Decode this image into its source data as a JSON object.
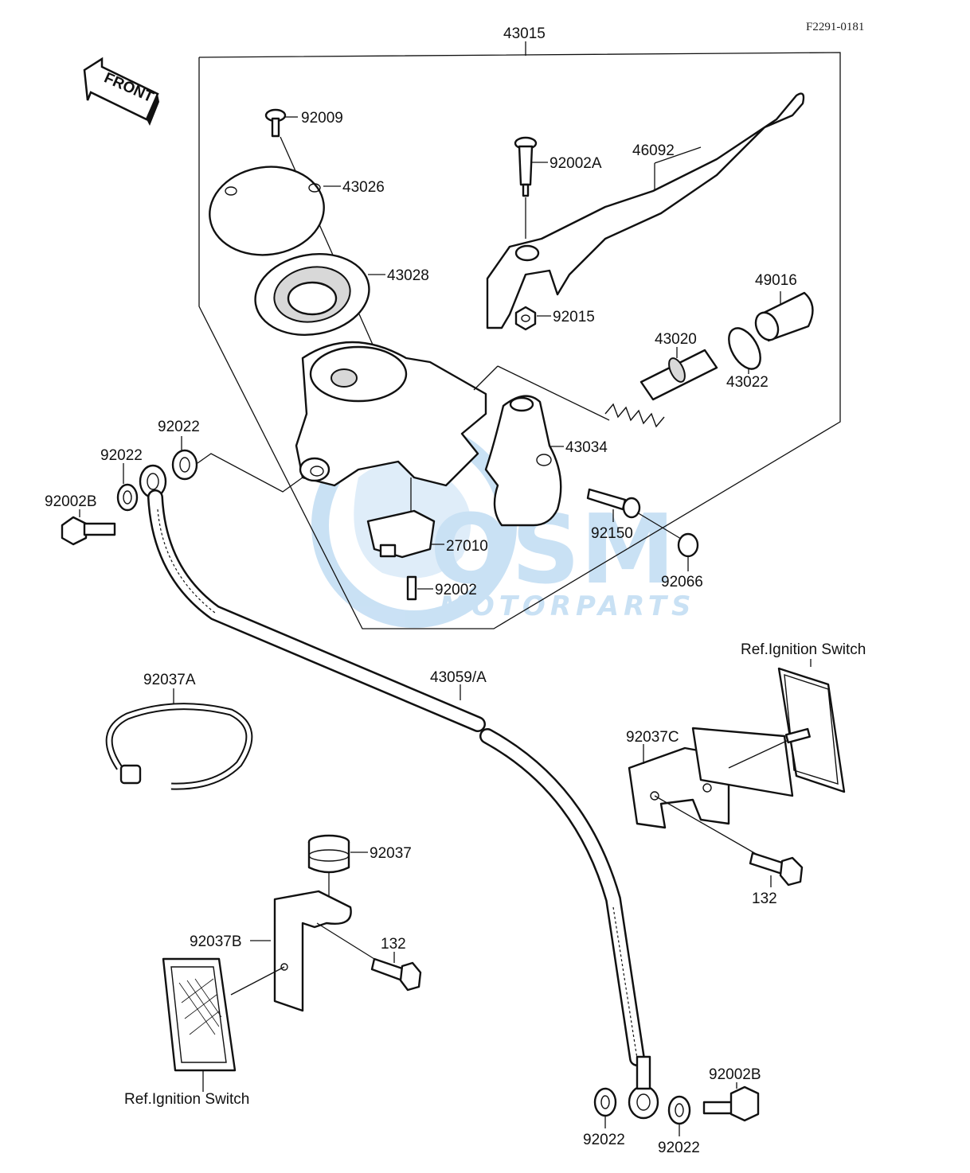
{
  "header": {
    "code": "F2291-0181"
  },
  "direction": {
    "label": "FRONT"
  },
  "watermark": {
    "brand": "OSM",
    "sub": "MOTORPARTS",
    "color": "#9ec9ec"
  },
  "parts": {
    "p43015": "43015",
    "p92009": "92009",
    "p43026": "43026",
    "p43028": "43028",
    "p92002A": "92002A",
    "p46092": "46092",
    "p92015": "92015",
    "p49016": "49016",
    "p43020": "43020",
    "p43022": "43022",
    "p43034": "43034",
    "p92022a": "92022",
    "p92022b": "92022",
    "p92002B_top": "92002B",
    "p92150": "92150",
    "p27010": "27010",
    "p92066": "92066",
    "p92002": "92002",
    "p92037A": "92037A",
    "p43059A": "43059/A",
    "refIgnition1": "Ref.Ignition Switch",
    "p92037C": "92037C",
    "p132a": "132",
    "p92037": "92037",
    "p92037B": "92037B",
    "p132b": "132",
    "refIgnition2": "Ref.Ignition Switch",
    "p92002B_bot": "92002B",
    "p92022c": "92022",
    "p92022d": "92022"
  }
}
